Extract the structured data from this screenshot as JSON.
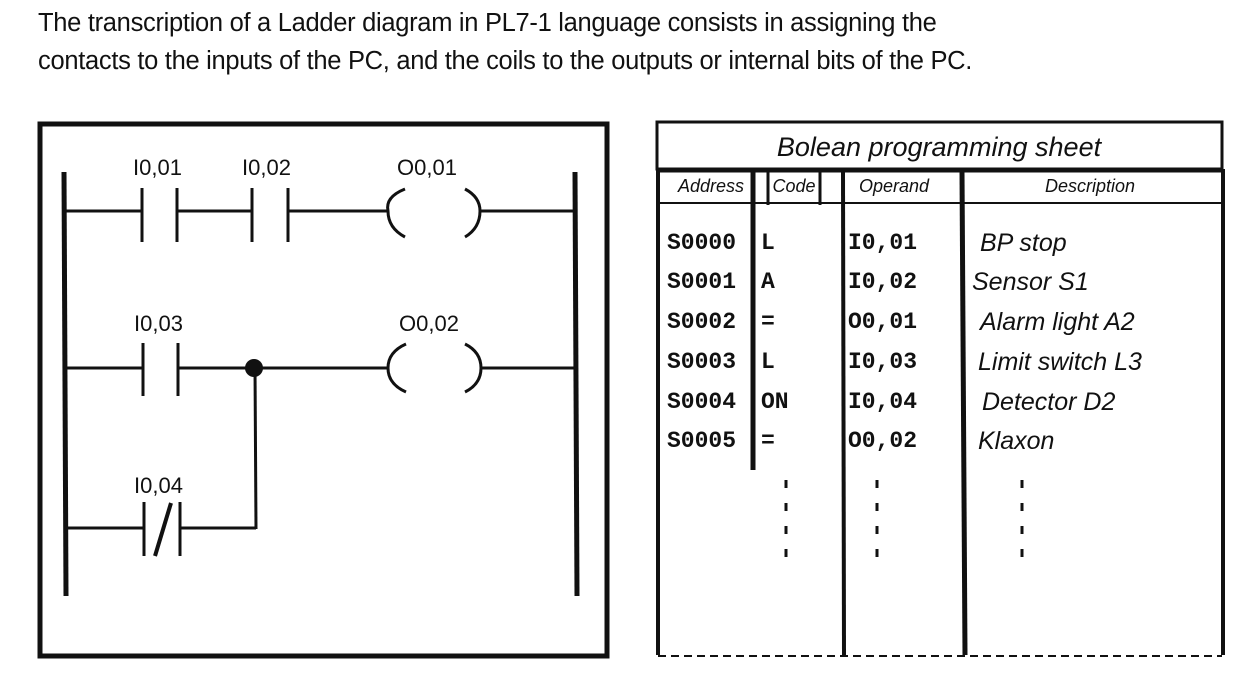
{
  "intro": {
    "line1": "The transcription of a Ladder diagram in PL7-1 language consists in assigning the",
    "line2": "contacts to the inputs of the PC, and the coils to the outputs or internal bits of the PC."
  },
  "ladder": {
    "rung1": {
      "contact1": "I0,01",
      "contact2": "I0,02",
      "coil": "O0,01"
    },
    "rung2": {
      "contact": "I0,03",
      "coil": "O0,02"
    },
    "branch": {
      "contact_nc": "I0,04"
    }
  },
  "sheet": {
    "title": "Bolean programming sheet",
    "headers": [
      "Address",
      "Code",
      "Operand",
      "Description"
    ],
    "rows": [
      [
        "S0000",
        "L",
        "I0,01",
        "BP stop"
      ],
      [
        "S0001",
        "A",
        "I0,02",
        "Sensor S1"
      ],
      [
        "S0002",
        "=",
        "O0,01",
        "Alarm light A2"
      ],
      [
        "S0003",
        "L",
        "I0,03",
        "Limit switch L3"
      ],
      [
        "S0004",
        "ON",
        "I0,04",
        "Detector D2"
      ],
      [
        "S0005",
        "=",
        "O0,02",
        "Klaxon"
      ]
    ]
  }
}
